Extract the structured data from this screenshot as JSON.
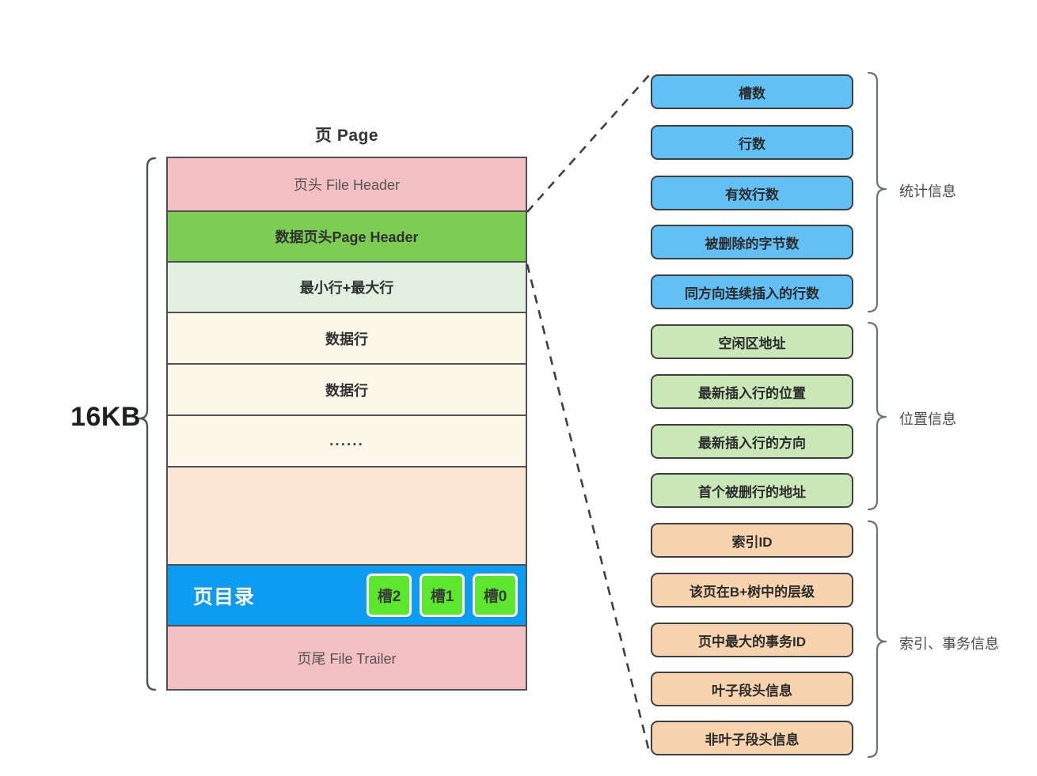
{
  "diagram": {
    "title": "页 Page",
    "size_label": "16KB"
  },
  "page_rows": [
    {
      "id": "file-header",
      "label": "页头 File Header",
      "style": "thin"
    },
    {
      "id": "page-header",
      "label": "数据页头Page Header",
      "style": "bold"
    },
    {
      "id": "min-max-row",
      "label": "最小行+最大行",
      "style": "bold"
    },
    {
      "id": "data-row-1",
      "label": "数据行",
      "style": "bold"
    },
    {
      "id": "data-row-2",
      "label": "数据行",
      "style": "bold"
    },
    {
      "id": "ellipsis-row",
      "label": "......",
      "style": "bold"
    },
    {
      "id": "free-space",
      "label": "",
      "style": "thin"
    },
    {
      "id": "page-directory",
      "label": "页目录",
      "style": "bold"
    },
    {
      "id": "file-trailer",
      "label": "页尾 File Trailer",
      "style": "thin"
    }
  ],
  "slots": [
    "槽2",
    "槽1",
    "槽0"
  ],
  "groups": [
    {
      "name": "统计信息",
      "color": "blue",
      "fields": [
        "槽数",
        "行数",
        "有效行数",
        "被删除的字节数",
        "同方向连续插入的行数"
      ]
    },
    {
      "name": "位置信息",
      "color": "green",
      "fields": [
        "空闲区地址",
        "最新插入行的位置",
        "最新插入行的方向",
        "首个被删行的地址"
      ]
    },
    {
      "name": "索引、事务信息",
      "color": "orange",
      "fields": [
        "索引ID",
        "该页在B+树中的层级",
        "页中最大的事务ID",
        "叶子段头信息",
        "非叶子段头信息"
      ]
    }
  ],
  "colors": {
    "file_header": "#f2bfc2",
    "page_header": "#7dcd54",
    "min_max": "#e2f0e0",
    "data_row": "#fbf8e9",
    "free_space": "#fbe5d5",
    "directory": "#0d9cf0",
    "slot": "#5ce62e",
    "blue_field": "#63c0f5",
    "green_field": "#c9e7b7",
    "orange_field": "#f7d4ae",
    "stroke": "#4d5156"
  }
}
